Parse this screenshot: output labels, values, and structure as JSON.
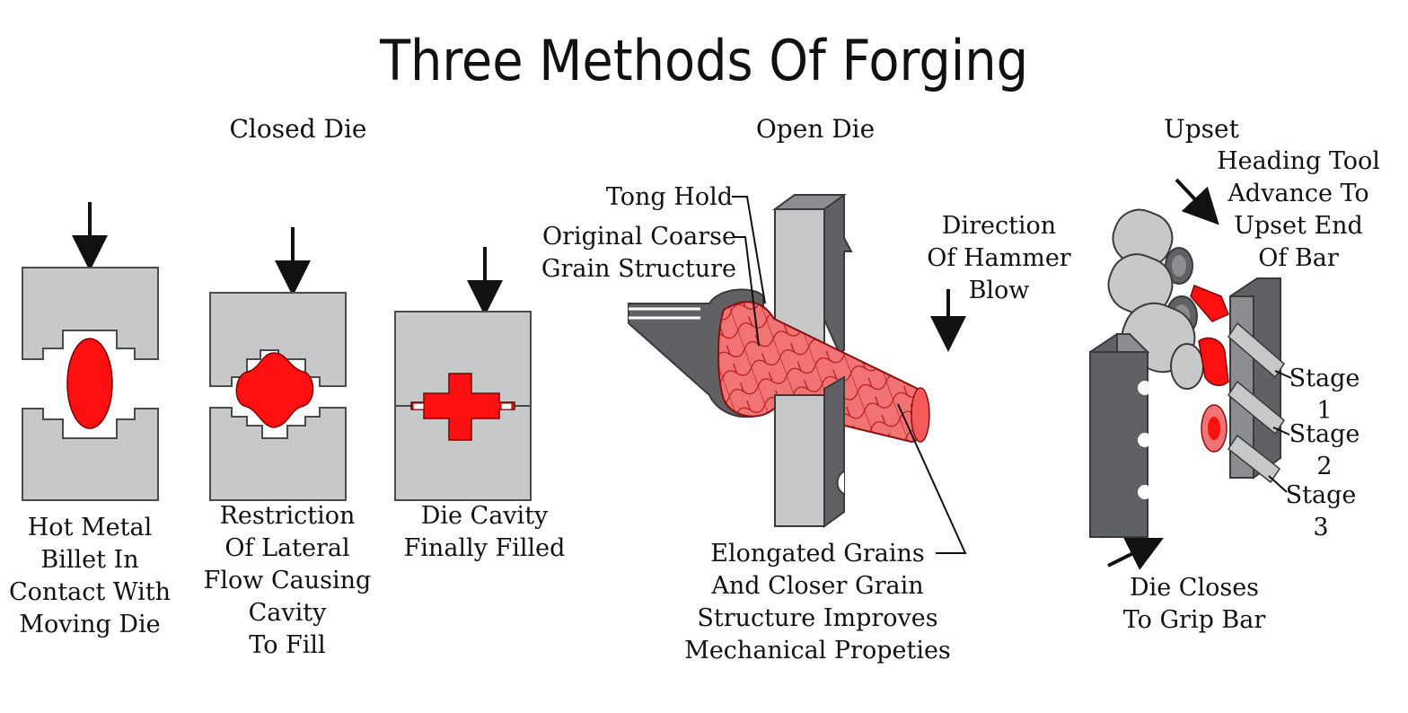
{
  "title": "Three Methods Of Forging",
  "colors": {
    "die_gray": "#c6c8ca",
    "die_dark": "#5f6164",
    "die_outline": "#4a4b4d",
    "metal_red": "#ff1010",
    "metal_pink": "#f27373",
    "outline": "#3a3a3a"
  },
  "sections": {
    "closed_die": {
      "heading": "Closed Die",
      "steps": [
        {
          "caption": [
            "Hot Metal",
            "Billet In",
            "Contact With",
            "Moving Die"
          ]
        },
        {
          "caption": [
            "Restriction",
            "Of Lateral",
            "Flow Causing",
            "Cavity",
            "To Fill"
          ]
        },
        {
          "caption": [
            "Die Cavity",
            "Finally Filled"
          ]
        }
      ]
    },
    "open_die": {
      "heading": "Open Die",
      "tong_hold": "Tong Hold",
      "original_grain": [
        "Original Coarse",
        "Grain Structure"
      ],
      "direction": [
        "Direction",
        "Of Hammer",
        "Blow"
      ],
      "elongated": [
        "Elongated Grains",
        "And Closer Grain",
        "Structure Improves",
        "Mechanical Propeties"
      ]
    },
    "upset": {
      "heading": "Upset",
      "heading_tool": [
        "Heading Tool",
        "Advance To",
        "Upset End",
        "Of Bar"
      ],
      "stages": [
        {
          "label": "Stage",
          "num": "1"
        },
        {
          "label": "Stage",
          "num": "2"
        },
        {
          "label": "Stage",
          "num": "3"
        }
      ],
      "die_closes": [
        "Die Closes",
        "To Grip Bar"
      ]
    }
  }
}
